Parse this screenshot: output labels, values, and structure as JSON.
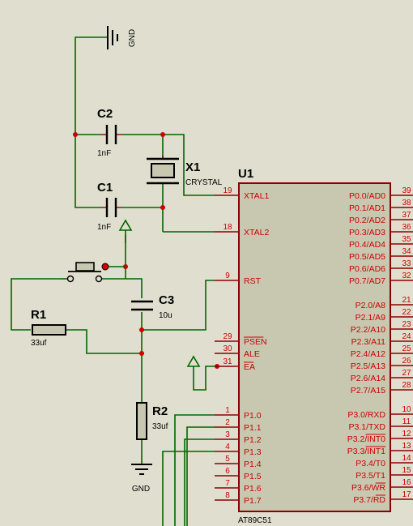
{
  "ground_top": "GND",
  "ground_bottom": "GND",
  "c2": {
    "ref": "C2",
    "value": "1nF"
  },
  "c1": {
    "ref": "C1",
    "value": "1nF"
  },
  "c3": {
    "ref": "C3",
    "value": "10u"
  },
  "x1": {
    "ref": "X1",
    "value": "CRYSTAL"
  },
  "r1": {
    "ref": "R1",
    "value": "33uf"
  },
  "r2": {
    "ref": "R2",
    "value": "33uf"
  },
  "u1": {
    "ref": "U1",
    "part": "AT89C51"
  },
  "left_pins": [
    {
      "num": "19",
      "name": "XTAL1"
    },
    {
      "num": "18",
      "name": "XTAL2"
    },
    {
      "num": "9",
      "name": "RST"
    },
    {
      "num": "29",
      "name": "PSEN"
    },
    {
      "num": "30",
      "name": "ALE"
    },
    {
      "num": "31",
      "name": "EA"
    },
    {
      "num": "1",
      "name": "P1.0"
    },
    {
      "num": "2",
      "name": "P1.1"
    },
    {
      "num": "3",
      "name": "P1.2"
    },
    {
      "num": "4",
      "name": "P1.3"
    },
    {
      "num": "5",
      "name": "P1.4"
    },
    {
      "num": "6",
      "name": "P1.5"
    },
    {
      "num": "7",
      "name": "P1.6"
    },
    {
      "num": "8",
      "name": "P1.7"
    }
  ],
  "right_pins": [
    {
      "num": "39",
      "name": "P0.0/AD0"
    },
    {
      "num": "38",
      "name": "P0.1/AD1"
    },
    {
      "num": "37",
      "name": "P0.2/AD2"
    },
    {
      "num": "36",
      "name": "P0.3/AD3"
    },
    {
      "num": "35",
      "name": "P0.4/AD4"
    },
    {
      "num": "34",
      "name": "P0.5/AD5"
    },
    {
      "num": "33",
      "name": "P0.6/AD6"
    },
    {
      "num": "32",
      "name": "P0.7/AD7"
    },
    {
      "num": "21",
      "name": "P2.0/A8"
    },
    {
      "num": "22",
      "name": "P2.1/A9"
    },
    {
      "num": "23",
      "name": "P2.2/A10"
    },
    {
      "num": "24",
      "name": "P2.3/A11"
    },
    {
      "num": "25",
      "name": "P2.4/A12"
    },
    {
      "num": "26",
      "name": "P2.5/A13"
    },
    {
      "num": "27",
      "name": "P2.6/A14"
    },
    {
      "num": "28",
      "name": "P2.7/A15"
    },
    {
      "num": "10",
      "name": "P3.0/RXD"
    },
    {
      "num": "11",
      "name": "P3.1/TXD"
    },
    {
      "num": "12",
      "name": "P3.2/INT0"
    },
    {
      "num": "13",
      "name": "P3.3/INT1"
    },
    {
      "num": "14",
      "name": "P3.4/T0"
    },
    {
      "num": "15",
      "name": "P3.5/T1"
    },
    {
      "num": "16",
      "name": "P3.6/WR"
    },
    {
      "num": "17",
      "name": "P3.7/RD"
    }
  ],
  "colors": {
    "background": "#e0dfcf",
    "wire": "#006600",
    "component": "#8b0000",
    "chip_fill": "#c8c8b0",
    "pin_text": "#cc0000",
    "junction": "#cc0000",
    "label": "#000000"
  }
}
